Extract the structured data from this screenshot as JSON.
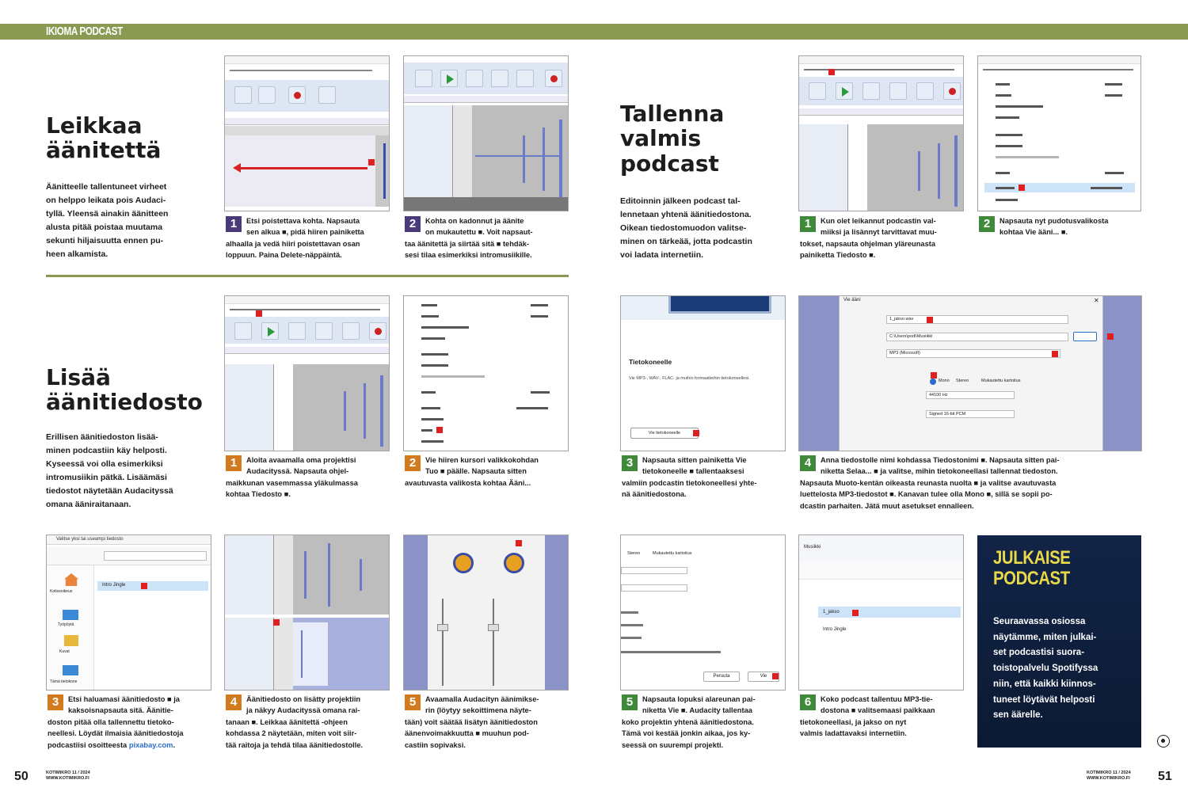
{
  "header": {
    "label": "IKIOMA PODCAST"
  },
  "left_page": {
    "section1": {
      "title": [
        "Leikkaa",
        "äänitettä"
      ],
      "intro": [
        "Äänitteelle tallentuneet virheet",
        "on helppo leikata pois Audaci-",
        "tyllä. Yleensä ainakin äänitteen",
        "alusta pitää poistaa muutama",
        "sekunti hiljaisuutta ennen pu-",
        "heen alkamista."
      ],
      "steps": [
        {
          "num": "1",
          "lines": [
            "Etsi poistettava kohta. Napsauta",
            "sen alkua ■, pidä hiiren painiketta",
            "alhaalla ja vedä hiiri poistettavan osan",
            "loppuun. Paina Delete-näppäintä."
          ]
        },
        {
          "num": "2",
          "lines": [
            "Kohta on kadonnut ja äänite",
            "on mukautettu ■. Voit napsaut-",
            "taa äänitettä ja siirtää sitä ■ tehdäk-",
            "sesi tilaa esimerkiksi intromusiikille."
          ]
        }
      ]
    },
    "section2": {
      "title": [
        "Lisää",
        "äänitiedosto"
      ],
      "intro": [
        "Erillisen äänitiedoston lisää-",
        "minen podcastiin käy helposti.",
        "Kyseessä voi olla esimerkiksi",
        "intromusiikin pätkä. Lisäämäsi",
        "tiedostot näytetään Audacityssä",
        "omana ääniraitanaan."
      ],
      "steps": [
        {
          "num": "1",
          "lines": [
            "Aloita avaamalla oma projektisi",
            "Audacityssä. Napsauta ohjel-",
            "maikkunan vasemmassa yläkulmassa",
            "kohtaa Tiedosto ■."
          ]
        },
        {
          "num": "2",
          "lines": [
            "Vie hiiren kursori valikkokohdan",
            "Tuo ■ päälle. Napsauta sitten",
            "avautuvasta valikosta kohtaa Ääni..."
          ]
        },
        {
          "num": "3",
          "lines": [
            "Etsi haluamasi äänitiedosto ■ ja",
            "kaksoisnapsauta sitä. Äänitie-",
            "doston pitää olla tallennettu tietoko-",
            "neellesi. Löydät ilmaisia äänitiedostoja",
            "podcastiisi osoitteesta pixabay.com."
          ],
          "link": "pixabay.com"
        },
        {
          "num": "4",
          "lines": [
            "Äänitiedosto on lisätty projektiin",
            "ja näkyy Audacityssä omana rai-",
            "tanaan ■. Leikkaa äänitettä -ohjeen",
            "kohdassa 2 näytetään, miten voit siir-",
            "tää raitoja ja tehdä tilaa äänitiedostolle."
          ]
        },
        {
          "num": "5",
          "lines": [
            "Avaamalla Audacityn äänimikse-",
            "rin (löytyy sekoittimena näyte-",
            "tään) voit säätää lisätyn äänitiedoston",
            "äänenvoimakkuutta ■ muuhun pod-",
            "castiin sopivaksi."
          ]
        }
      ],
      "shot_labels": {
        "file_dialog_title": "Valitse yksi tai useampi tiedosto",
        "file_dialog_item": "Intro Jingle",
        "quick_access": [
          "Kotiosoikeus",
          "Työpöytä",
          "Kuvat",
          "Tämä tietokone"
        ]
      }
    },
    "page_number": "50",
    "footer": [
      "KOTIMIKRO 11 / 2024",
      "WWW.KOTIMIKRO.FI"
    ]
  },
  "right_page": {
    "section3": {
      "title": [
        "Tallenna",
        "valmis",
        "podcast"
      ],
      "intro": [
        "Editoinnin jälkeen podcast tal-",
        "lennetaan yhtenä äänitiedostona.",
        "Oikean tiedostomuodon valitse-",
        "minen on tärkeää, jotta podcastin",
        "voi ladata internetiin."
      ],
      "steps": [
        {
          "num": "1",
          "lines": [
            "Kun olet leikannut podcastin val-",
            "miiksi ja lisännyt tarvittavat muu-",
            "tokset, napsauta ohjelman yläreunasta",
            "painiketta Tiedosto ■."
          ]
        },
        {
          "num": "2",
          "lines": [
            "Napsauta nyt pudotusvalikosta",
            "kohtaa Vie ääni... ■."
          ]
        },
        {
          "num": "3",
          "lines": [
            "Napsauta sitten painiketta Vie",
            "tietokoneelle ■ tallentaaksesi",
            "valmiin podcastin tietokoneellesi yhte-",
            "nä äänitiedostona."
          ]
        },
        {
          "num": "4",
          "lines": [
            "Anna tiedostolle nimi kohdassa Tiedostonimi ■. Napsauta sitten pai-",
            "niketta Selaa... ■ ja valitse, mihin tietokoneellasi tallennat tiedoston.",
            "Napsauta Muoto-kentän oikeasta reunasta nuolta ■ ja valitse avautuvasta",
            "luettelosta MP3-tiedostot ■. Kanavan tulee olla Mono ■, sillä se sopii po-",
            "dcastin parhaiten. Jätä muut asetukset ennalleen."
          ]
        },
        {
          "num": "5",
          "lines": [
            "Napsauta lopuksi alareunan pai-",
            "niketta Vie ■. Audacity tallentaa",
            "koko projektin yhtenä äänitiedostona.",
            "Tämä voi kestää jonkin aikaa, jos ky-",
            "seessä on suurempi projekti."
          ]
        },
        {
          "num": "6",
          "lines": [
            "Koko podcast tallentuu MP3-tie-",
            "dostona ■ valitsemaasi paikkaan",
            "tietokoneellasi, ja jakso on nyt",
            "valmis ladattavaksi internetiin."
          ]
        }
      ],
      "shot_labels": {
        "export_heading": "Tietokoneelle",
        "export_desc": "Vie MP3-, WAV-, FLAC- ja muihin formaatteihin tietokoneellesi.",
        "export_button": "Vie tietokoneelle",
        "dialog_title": "Vie ääni",
        "filename_value": "1_jakso.wav",
        "folder_value": "C:\\Users\\podi\\Musiikki",
        "format_value": "MP3 (Microsoft)",
        "channel_options": [
          "Mono",
          "Stereo",
          "Mukautettu kartoitus"
        ],
        "samplerate": "44100 Hz",
        "encoding": "Signed 16-bit PCM",
        "cancel_button": "Peruuta",
        "export_go": "Vie",
        "explorer_title": "Musiikki",
        "explorer_items": [
          "1_jakso",
          "Intro Jingle"
        ]
      }
    },
    "promo": {
      "title": [
        "JULKAISE",
        "PODCAST"
      ],
      "body": [
        "Seuraavassa osiossa",
        "näytämme, miten julkai-",
        "set podcastisi suora-",
        "toistopalvelu Spotifyssa",
        "niin, että kaikki kiinnos-",
        "tuneet löytävät helposti",
        "sen äärelle."
      ]
    },
    "page_number": "51",
    "footer": [
      "KOTIMIKRO 11 / 2024",
      "WWW.KOTIMIKRO.FI"
    ]
  },
  "colors": {
    "accent_green": "#8a9a52",
    "step_purple": "#4a3a7c",
    "step_orange": "#d27a1e",
    "step_green": "#3f8a3a",
    "marker_red": "#e02020",
    "promo_bg": "#0e1e3a",
    "promo_title": "#e8d84a"
  }
}
